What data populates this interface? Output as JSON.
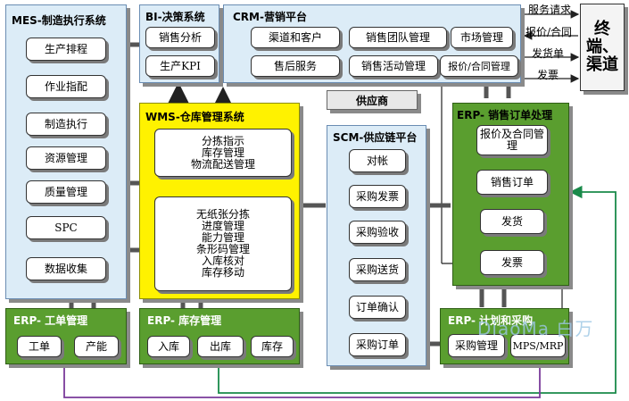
{
  "mes": {
    "title": "MES-制造执行系统",
    "items": [
      "生产排程",
      "作业指配",
      "制造执行",
      "资源管理",
      "质量管理",
      "SPC",
      "数据收集"
    ]
  },
  "bi": {
    "title": "BI-决策系统",
    "items": [
      "销售分析",
      "生产KPI"
    ]
  },
  "crm": {
    "title": "CRM-营销平台",
    "row1": [
      "渠道和客户",
      "销售团队管理",
      "市场管理"
    ],
    "row2": [
      "售后服务",
      "销售活动管理",
      "报价/合同管理"
    ]
  },
  "flows": [
    "服务请求",
    "报价/合同",
    "发货单",
    "发票"
  ],
  "terminal": {
    "label": "终端、渠道"
  },
  "wms": {
    "title": "WMS-仓库管理系统",
    "box1": [
      "分拣指示",
      "库存管理",
      "物流配送管理"
    ],
    "box2": [
      "无纸张分拣",
      "进度管理",
      "能力管理",
      "条形码管理",
      "入库核对",
      "库存移动"
    ]
  },
  "supplier": {
    "label": "供应商"
  },
  "scm": {
    "title": "SCM-供应链平台",
    "items": [
      "对帐",
      "采购发票",
      "采购验收",
      "采购送货",
      "订单确认",
      "采购订单"
    ]
  },
  "erp_sales": {
    "title": "ERP- 销售订单处理",
    "items": [
      "报价及合同管理",
      "销售订单",
      "发货",
      "发票"
    ]
  },
  "erp_work": {
    "title": "ERP- 工单管理",
    "items": [
      "工单",
      "产能"
    ]
  },
  "erp_inv": {
    "title": "ERP- 库存管理",
    "items": [
      "入库",
      "出库",
      "库存"
    ]
  },
  "erp_plan": {
    "title": "ERP- 计划和采购",
    "items": [
      "采购管理",
      "MPS/MRP"
    ]
  },
  "watermark": "DiaoMa 白万"
}
